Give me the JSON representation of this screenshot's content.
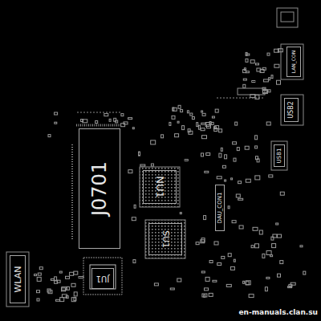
{
  "diagram": {
    "nodes": [
      {
        "text": [
          "J0701"
        ]
      },
      {
        "text": [
          "NU1"
        ]
      },
      {
        "text": [
          "SU1"
        ]
      },
      {
        "text": [
          "JU1"
        ]
      },
      {
        "text": [
          "WLAN"
        ]
      },
      {
        "text": [
          "DAU_CON1"
        ]
      },
      {
        "text": [
          "USB1"
        ]
      },
      {
        "text": [
          "USB2"
        ]
      },
      {
        "text": [
          "LAN_CON"
        ]
      }
    ],
    "labels": [
      "en-manuals.clan.su"
    ]
  }
}
